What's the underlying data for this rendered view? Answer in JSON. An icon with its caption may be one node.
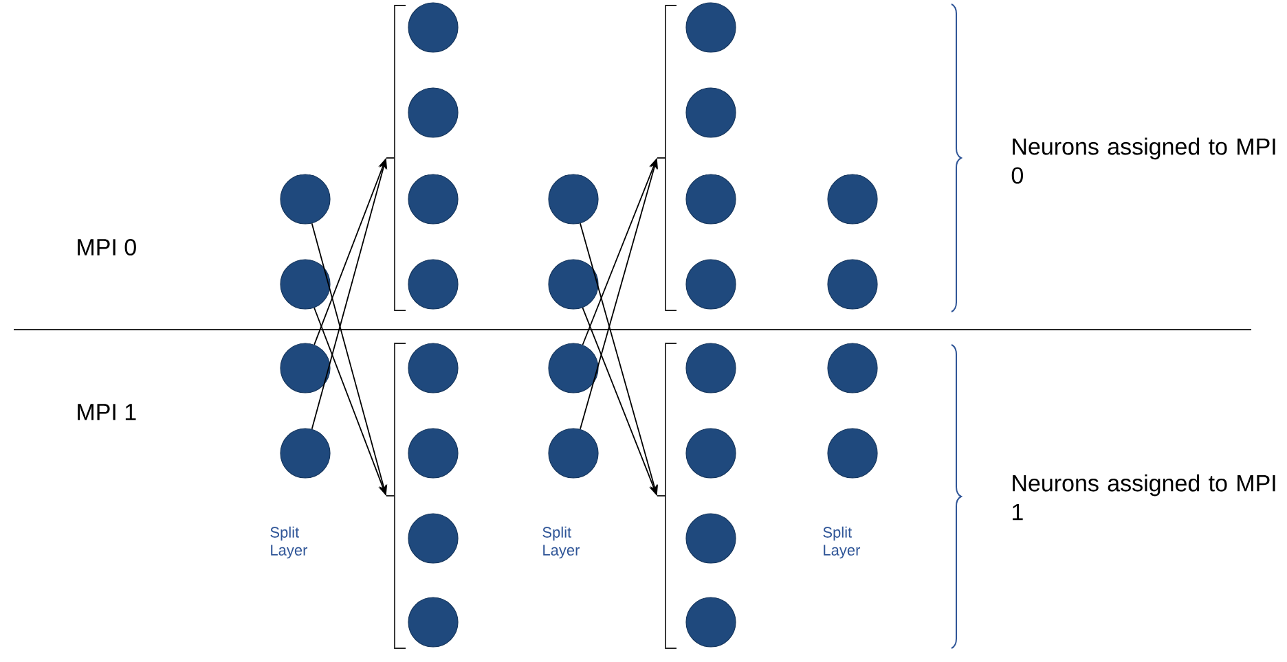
{
  "diagram": {
    "nodes": [
      {
        "text": [],
        "shape": "circle"
      },
      {
        "text": [],
        "shape": "circle"
      },
      {
        "text": [],
        "shape": "circle"
      },
      {
        "text": [],
        "shape": "circle"
      },
      {
        "text": [],
        "shape": "bracket"
      },
      {
        "text": [],
        "shape": "bracket"
      },
      {
        "text": [],
        "shape": "circle"
      },
      {
        "text": [],
        "shape": "circle"
      },
      {
        "text": [],
        "shape": "circle"
      },
      {
        "text": [],
        "shape": "circle"
      },
      {
        "text": [],
        "shape": "circle"
      },
      {
        "text": [],
        "shape": "circle"
      },
      {
        "text": [],
        "shape": "circle"
      },
      {
        "text": [],
        "shape": "circle"
      },
      {
        "text": [],
        "shape": "circle"
      },
      {
        "text": [],
        "shape": "circle"
      },
      {
        "text": [],
        "shape": "circle"
      },
      {
        "text": [],
        "shape": "circle"
      },
      {
        "text": [],
        "shape": "bracket"
      },
      {
        "text": [],
        "shape": "bracket"
      },
      {
        "text": [],
        "shape": "circle"
      },
      {
        "text": [],
        "shape": "circle"
      },
      {
        "text": [],
        "shape": "circle"
      },
      {
        "text": [],
        "shape": "circle"
      },
      {
        "text": [],
        "shape": "circle"
      },
      {
        "text": [],
        "shape": "circle"
      },
      {
        "text": [],
        "shape": "circle"
      },
      {
        "text": [],
        "shape": "circle"
      },
      {
        "text": [],
        "shape": "circle"
      },
      {
        "text": [],
        "shape": "circle"
      },
      {
        "text": [],
        "shape": "circle"
      },
      {
        "text": [],
        "shape": "circle"
      }
    ],
    "edges": [
      {
        "from": 0,
        "to": 5,
        "arrow": "to"
      },
      {
        "from": 1,
        "to": 5,
        "arrow": "to"
      },
      {
        "from": 2,
        "to": 4,
        "arrow": "to"
      },
      {
        "from": 3,
        "to": 4,
        "arrow": "to"
      },
      {
        "from": 14,
        "to": 19,
        "arrow": "to"
      },
      {
        "from": 15,
        "to": 19,
        "arrow": "to"
      },
      {
        "from": 16,
        "to": 18,
        "arrow": "to"
      },
      {
        "from": 17,
        "to": 18,
        "arrow": "to"
      }
    ],
    "labels": [
      "MPI 0",
      "Neurons assigned to MPI 0",
      "MPI 1",
      "Neurons assigned to MPI 1",
      "Split Layer",
      "Split Layer",
      "Split Layer"
    ]
  }
}
